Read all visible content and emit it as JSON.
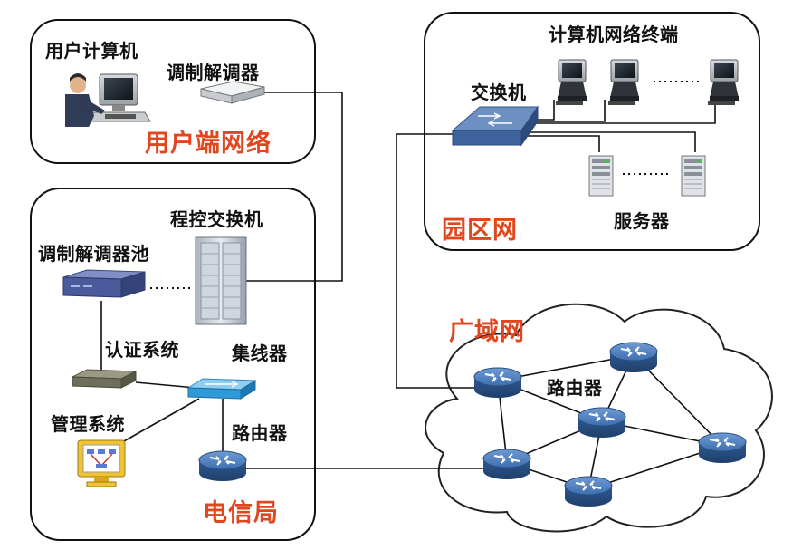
{
  "diagram": {
    "user_network": {
      "title": "用户端网络",
      "user_computer_label": "用户计算机",
      "modem_label": "调制解调器"
    },
    "telecom": {
      "title": "电信局",
      "switch_label": "程控交换机",
      "modem_pool_label": "调制解调器池",
      "auth_label": "认证系统",
      "hub_label": "集线器",
      "mgmt_label": "管理系统",
      "router_label": "路由器"
    },
    "campus": {
      "title": "园区网",
      "terminals_label": "计算机网络终端",
      "switch_label": "交换机",
      "servers_label": "服务器"
    },
    "wan": {
      "title": "广域网",
      "router_label": "路由器"
    },
    "colors": {
      "title_accent": "#e0471f",
      "panel_border": "#111111",
      "router_blue": "#3a6aa8",
      "cloud_border": "#222222"
    }
  }
}
